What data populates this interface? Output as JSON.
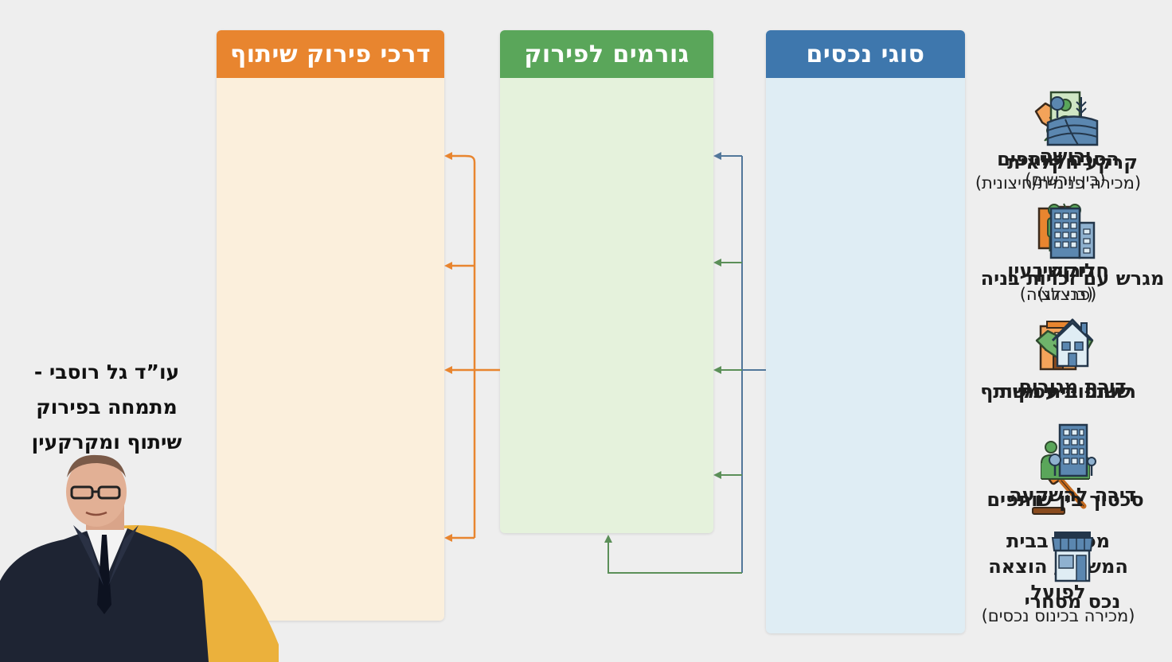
{
  "columns": {
    "methods": {
      "header": "דרכי פירוק שיתוף",
      "items": [
        {
          "icon": "handshake-icon",
          "title": "הסכם שותפים",
          "sub": "(מכירה פנימית/חיצונית)"
        },
        {
          "icon": "partition-icon",
          "title": "חלוקה בעין",
          "sub": "(פרצלציה)"
        },
        {
          "icon": "building-icon",
          "title": "רישום בית משותף",
          "sub": ""
        },
        {
          "icon": "gavel-icon",
          "title": "מכירה בבית המשפט/ הוצאה לפועל",
          "sub": "(מכירה בכינוס נכסים)"
        }
      ]
    },
    "causes": {
      "header": "גורמים לפירוק",
      "items": [
        {
          "icon": "inheritance-portrait-icon",
          "title": "ירושה",
          "sub": "(בין יורשים)"
        },
        {
          "icon": "divorce-couple-icon",
          "title": "גירושין",
          "sub": "(בני זוג)"
        },
        {
          "icon": "business-handshake-icon",
          "title": "שותפות עסקית",
          "sub": ""
        },
        {
          "icon": "conflict-partners-icon",
          "title": "סכסוך בין שותפים",
          "sub": ""
        }
      ]
    },
    "assets": {
      "header": "סוגי נכסים",
      "items": [
        {
          "icon": "farmland-icon",
          "title": "קרקע חקלאית"
        },
        {
          "icon": "plot-buildings-icon",
          "title": "מגרש עם זכויות בניה"
        },
        {
          "icon": "house-icon",
          "title": "דירת מגורים"
        },
        {
          "icon": "apartment-tower-icon",
          "title": "דירה להשקעה"
        },
        {
          "icon": "storefront-icon",
          "title": "נכס מסחרי"
        }
      ]
    }
  },
  "caption": {
    "line1": "עו”ד גל רוסבי -",
    "line2": "מתמחה בפירוק",
    "line3": "שיתוף ומקרקעין"
  },
  "colors": {
    "methods_header": "#e8852f",
    "methods_bg": "#fbefdc",
    "causes_header": "#5aa65a",
    "causes_bg": "#e5f2dc",
    "assets_header": "#3e77ad",
    "assets_bg": "#dfedf4",
    "arrow_orange": "#e8852f",
    "arrow_green": "#5b8f58",
    "arrow_blue": "#52779a",
    "accent_yellow": "#ebb13c"
  }
}
